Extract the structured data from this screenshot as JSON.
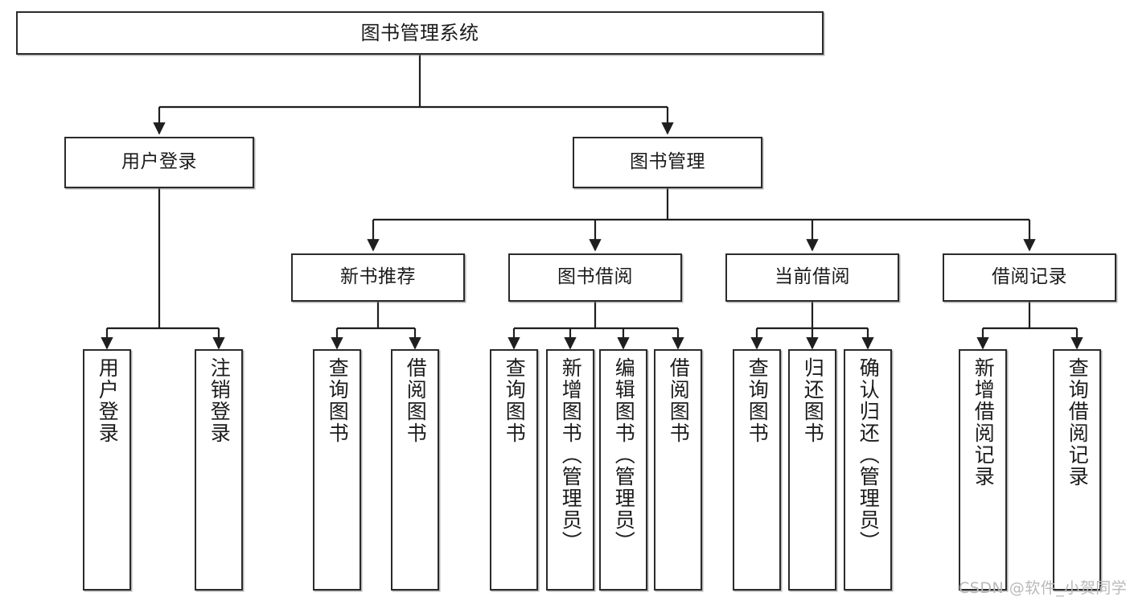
{
  "diagram": {
    "title": "图书管理系统",
    "type": "tree-hierarchy-chart",
    "watermark": "CSDN @软件_小贺同学",
    "colors": {
      "box_border": "#2b2b2b",
      "box_fill": "#ffffff",
      "edge": "#1f1f1f",
      "text": "#1b1b1b",
      "watermark": "#b9b9b9",
      "background": "#ffffff"
    },
    "root": {
      "label": "图书管理系统"
    },
    "level2": [
      {
        "label": "用户登录"
      },
      {
        "label": "图书管理"
      }
    ],
    "level3": [
      {
        "label": "新书推荐"
      },
      {
        "label": "图书借阅"
      },
      {
        "label": "当前借阅"
      },
      {
        "label": "借阅记录"
      }
    ],
    "leaves": {
      "user_login": [
        {
          "label": "用户登录"
        },
        {
          "label": "注销登录"
        }
      ],
      "new_book_recommend": [
        {
          "label": "查询图书"
        },
        {
          "label": "借阅图书"
        }
      ],
      "book_borrow": [
        {
          "label": "查询图书"
        },
        {
          "label": "新增图书（管理员）"
        },
        {
          "label": "编辑图书（管理员）"
        },
        {
          "label": "借阅图书"
        }
      ],
      "current_borrow": [
        {
          "label": "查询图书"
        },
        {
          "label": "归还图书"
        },
        {
          "label": "确认归还（管理员）"
        }
      ],
      "borrow_record": [
        {
          "label": "新增借阅记录"
        },
        {
          "label": "查询借阅记录"
        }
      ]
    }
  }
}
